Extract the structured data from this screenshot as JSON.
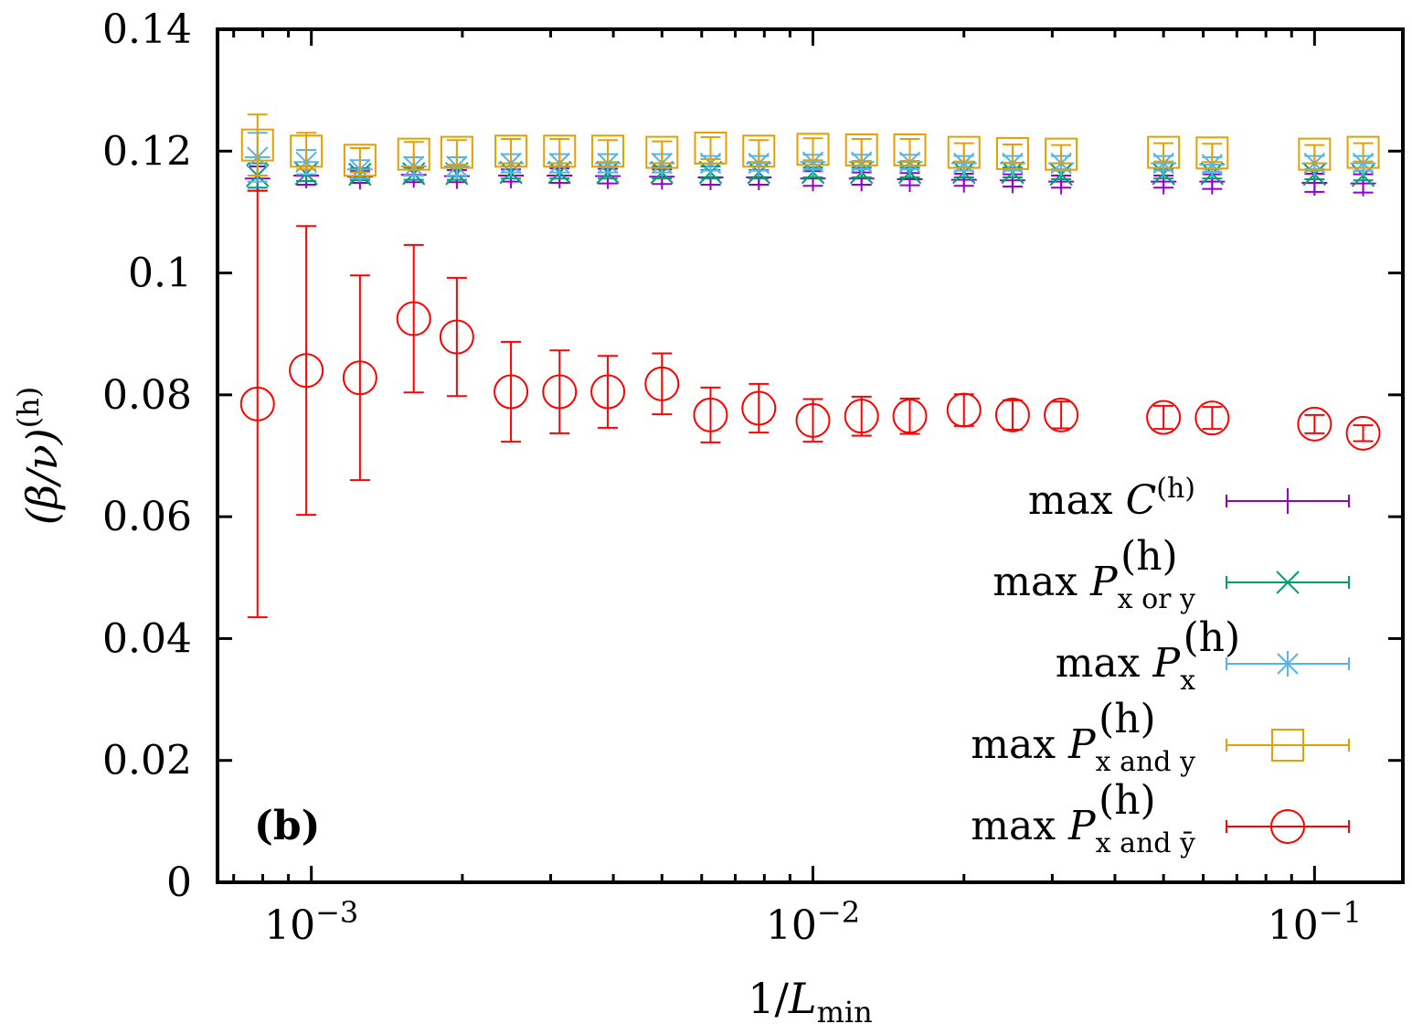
{
  "chart_data": {
    "type": "scatter",
    "panel_label": "(b)",
    "xlabel": "1/L_min",
    "ylabel": "(β/ν)^(h)",
    "xscale": "log",
    "xlim": [
      0.00065,
      0.15
    ],
    "ylim": [
      0,
      0.14
    ],
    "y_ticks": [
      "0",
      "0.02",
      "0.04",
      "0.06",
      "0.08",
      "0.1",
      "0.12",
      "0.14"
    ],
    "x_ticks": [
      {
        "base": "10",
        "exp": "−3"
      },
      {
        "base": "10",
        "exp": "−2"
      },
      {
        "base": "10",
        "exp": "−1"
      }
    ],
    "x": [
      0.000781,
      0.000977,
      0.00125,
      0.0016,
      0.00195,
      0.0025,
      0.003125,
      0.0039,
      0.005,
      0.00625,
      0.0078,
      0.01,
      0.0125,
      0.0156,
      0.02,
      0.025,
      0.03125,
      0.05,
      0.0625,
      0.1,
      0.125
    ],
    "legend_position": "bottom-right",
    "series": [
      {
        "name": "max C^(h)",
        "legend": {
          "pre": "max ",
          "var": "C",
          "sup": "(h)",
          "sub": ""
        },
        "marker": "plus",
        "color": "#9400d3",
        "values": [
          0.1155,
          0.116,
          0.1158,
          0.1161,
          0.1159,
          0.116,
          0.116,
          0.1159,
          0.1158,
          0.1157,
          0.1157,
          0.1155,
          0.1155,
          0.1154,
          0.1153,
          0.1152,
          0.115,
          0.115,
          0.115,
          0.1148,
          0.1147
        ],
        "errors": [
          0.002,
          0.0015,
          0.001,
          0.0012,
          0.001,
          0.001,
          0.0012,
          0.0012,
          0.0012,
          0.0012,
          0.0012,
          0.0012,
          0.001,
          0.001,
          0.001,
          0.001,
          0.001,
          0.001,
          0.0012,
          0.0015,
          0.0015
        ]
      },
      {
        "name": "max P_x or y^(h)",
        "legend": {
          "pre": "max ",
          "var": "P",
          "sup": "(h)",
          "sub": "x or y"
        },
        "marker": "cross",
        "color": "#009e73",
        "values": [
          0.116,
          0.1163,
          0.1162,
          0.1163,
          0.1163,
          0.1165,
          0.1165,
          0.1165,
          0.1165,
          0.1165,
          0.1165,
          0.1165,
          0.1165,
          0.1165,
          0.1165,
          0.1165,
          0.1162,
          0.1163,
          0.1163,
          0.1162,
          0.116
        ],
        "errors": [
          0.002,
          0.0012,
          0.001,
          0.001,
          0.001,
          0.001,
          0.001,
          0.001,
          0.001,
          0.001,
          0.001,
          0.0008,
          0.0008,
          0.0008,
          0.0008,
          0.0008,
          0.0008,
          0.0008,
          0.0008,
          0.0008,
          0.0008
        ]
      },
      {
        "name": "max P_x^(h)",
        "legend": {
          "pre": "max ",
          "var": "P",
          "sup": "(h)",
          "sub": "x"
        },
        "marker": "star",
        "color": "#56b4e9",
        "values": [
          0.119,
          0.1182,
          0.117,
          0.1175,
          0.1175,
          0.118,
          0.118,
          0.118,
          0.118,
          0.118,
          0.118,
          0.1182,
          0.1182,
          0.1182,
          0.118,
          0.118,
          0.118,
          0.118,
          0.1178,
          0.118,
          0.118
        ],
        "errors": [
          0.004,
          0.002,
          0.0015,
          0.0015,
          0.0015,
          0.0015,
          0.0015,
          0.0015,
          0.0015,
          0.0012,
          0.0012,
          0.0012,
          0.0012,
          0.0012,
          0.0012,
          0.0012,
          0.0012,
          0.0012,
          0.0012,
          0.0012,
          0.0012
        ]
      },
      {
        "name": "max P_x and y^(h)",
        "legend": {
          "pre": "max ",
          "var": "P",
          "sup": "(h)",
          "sub": "x and y"
        },
        "marker": "square",
        "color": "#e69f00",
        "values": [
          0.121,
          0.12,
          0.1185,
          0.1195,
          0.1198,
          0.12,
          0.12,
          0.12,
          0.1198,
          0.1205,
          0.12,
          0.1203,
          0.1202,
          0.1202,
          0.1198,
          0.1196,
          0.1195,
          0.1198,
          0.1197,
          0.1195,
          0.1198
        ],
        "errors": [
          0.005,
          0.003,
          0.002,
          0.002,
          0.002,
          0.002,
          0.002,
          0.0018,
          0.0018,
          0.0018,
          0.0018,
          0.0018,
          0.0018,
          0.0018,
          0.0015,
          0.0015,
          0.0015,
          0.0015,
          0.0015,
          0.0015,
          0.0015
        ]
      },
      {
        "name": "max P_x and ȳ^(h)",
        "legend": {
          "pre": "max ",
          "var": "P",
          "sup": "(h)",
          "sub": "x and ȳ"
        },
        "marker": "circle",
        "color": "#ff0000",
        "values": [
          0.0785,
          0.084,
          0.0828,
          0.0925,
          0.0895,
          0.0805,
          0.0805,
          0.0805,
          0.0818,
          0.0767,
          0.0778,
          0.0758,
          0.0765,
          0.0765,
          0.0775,
          0.0767,
          0.0767,
          0.0763,
          0.0762,
          0.0752,
          0.0737
        ],
        "errors": [
          0.035,
          0.0237,
          0.0168,
          0.0121,
          0.0097,
          0.0082,
          0.0068,
          0.0059,
          0.005,
          0.0045,
          0.004,
          0.0035,
          0.0032,
          0.0029,
          0.0026,
          0.0024,
          0.0022,
          0.0019,
          0.0018,
          0.0015,
          0.0013
        ]
      }
    ]
  }
}
